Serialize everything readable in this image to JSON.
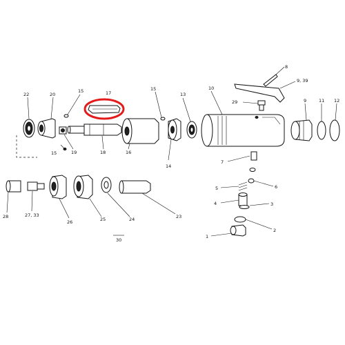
{
  "labels": {
    "p1": "1",
    "p2": "2",
    "p3": "3",
    "p4": "4",
    "p5": "5",
    "p6": "6",
    "p7": "7",
    "p8": "8",
    "p9": "9, 39",
    "p9b": "9",
    "p10": "10",
    "p11": "11",
    "p12": "12",
    "p13": "13",
    "p14": "14",
    "p15": "15",
    "p15b": "15",
    "p15c": "15",
    "p16": "16",
    "p17": "17",
    "p18": "18",
    "p19": "19",
    "p20": "20",
    "p22": "22",
    "p23": "23",
    "p24": "24",
    "p25": "25",
    "p26": "26",
    "p27": "27, 33",
    "p28": "28",
    "p29": "29",
    "p30": "30"
  },
  "highlight": {
    "part": "17",
    "color": "#e31b1b"
  }
}
